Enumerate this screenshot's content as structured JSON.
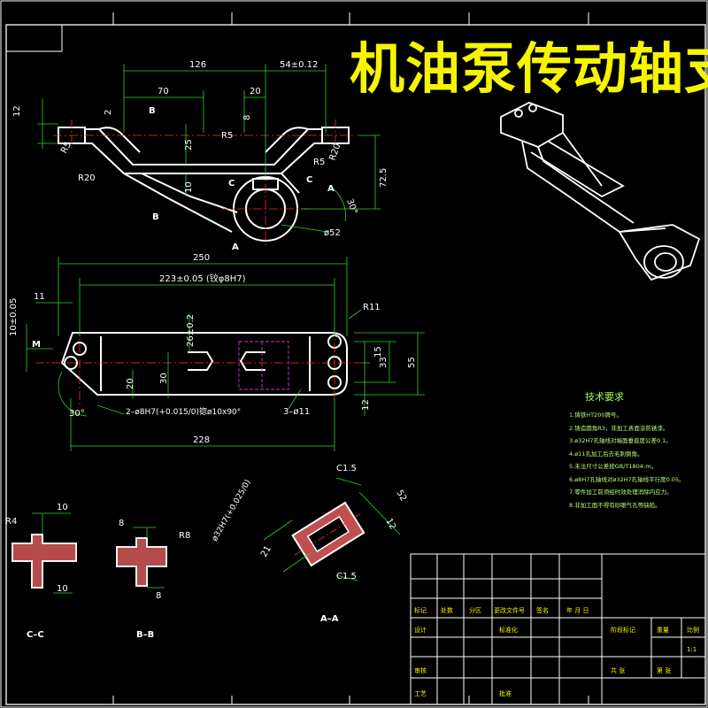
{
  "title": "机油泵传动轴支",
  "dimensions_top": {
    "d126": "126",
    "d54": "54±0.12",
    "d70": "70",
    "d20a": "20",
    "d12": "12",
    "d8": "8",
    "d2": "2",
    "dR5a": "R5",
    "dR5b": "R5",
    "dR5c": "R5",
    "dR20a": "R20",
    "dR20b": "R20",
    "d25": "25",
    "d10": "10",
    "d72": "72.5",
    "d30deg": "30°",
    "dphi52": "ø52"
  },
  "dimensions_mid": {
    "d250": "250",
    "d223": "223±0.05 (铰φ8H7)",
    "d10005": "10±0.05",
    "d11": "11",
    "dR11": "R11",
    "d26": "26±0.2",
    "d20b": "20",
    "d30": "30",
    "d15": "15",
    "d33": "33",
    "d55": "55",
    "d12b": "12",
    "d2phi8": "2–ø8H7(+0.015/0)锪ø10x90°",
    "d3phi11": "3–ø11",
    "d228": "228",
    "d30b": "30°"
  },
  "dimensions_sections": {
    "dR4": "R4",
    "d10c": "10",
    "d10d": "10",
    "d8a": "8",
    "d8b": "8",
    "dR8": "R8",
    "dC15a": "C1.5",
    "dC15b": "C1.5",
    "dphi32": "ø32H7(+0.025/0)",
    "d21": "21",
    "d52": "52",
    "d12c": "12"
  },
  "labels": {
    "B_top": "B",
    "B_bot": "B",
    "C_left": "C",
    "C_right": "C",
    "A_top": "A",
    "A_bot": "A",
    "M": "M",
    "section_cc": "C–C",
    "section_bb": "B–B",
    "section_aa": "A–A"
  },
  "tech_requirements": {
    "heading": "技术要求",
    "items": [
      "1.铸铁HT200牌号。",
      "2.铸造圆角R3，非加工表面涂防锈漆。",
      "3.ø32H7孔轴线对端面垂直度公差0.1。",
      "4.ø11孔加工后去毛刺倒角。",
      "5.未注尺寸公差按GB/T1804-m。",
      "6.ø8H7孔轴线对ø32H7孔轴线平行度0.05。",
      "7.零件加工前须经时效处理消除内应力。",
      "8.非加工面不得有砂眼气孔等缺陷。"
    ]
  },
  "title_block": {
    "r1": [
      "标记",
      "处数",
      "分区",
      "更改文件号",
      "签名",
      "年 月 日"
    ],
    "r2": [
      "设计",
      "",
      "",
      "标准化",
      "",
      ""
    ],
    "r3": [
      "审核",
      "",
      "",
      "",
      "",
      ""
    ],
    "r4": [
      "工艺",
      "",
      "",
      "批准",
      "",
      ""
    ],
    "part_cells": [
      "阶段标记",
      "重量",
      "比例"
    ],
    "scale": "1:1",
    "sheet": [
      "共 张",
      "第 张"
    ]
  },
  "colors": {
    "outline": "#ffffff",
    "dimension": "#2fd12f",
    "centerline": "#ff3030",
    "title": "#f5f500",
    "hatch": "#c05050",
    "hidden": "#c040c0"
  }
}
